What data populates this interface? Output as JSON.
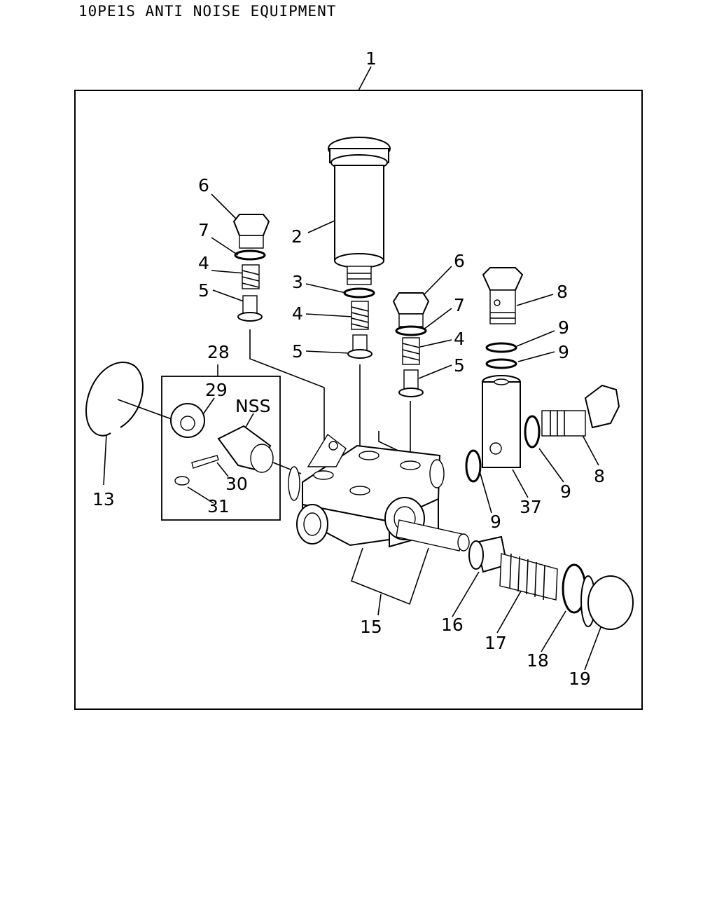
{
  "title": "10PE1S ANTI NOISE EQUIPMENT",
  "callouts": {
    "c1": "1",
    "c2": "2",
    "c3": "3",
    "c4a": "4",
    "c4b": "4",
    "c4c": "4",
    "c5a": "5",
    "c5b": "5",
    "c5c": "5",
    "c6a": "6",
    "c6b": "6",
    "c7a": "7",
    "c7b": "7",
    "c8a": "8",
    "c8b": "8",
    "c9a": "9",
    "c9b": "9",
    "c9c": "9",
    "c9d": "9",
    "c13": "13",
    "c15": "15",
    "c16": "16",
    "c17": "17",
    "c18": "18",
    "c19": "19",
    "c28": "28",
    "c29": "29",
    "c30": "30",
    "c31": "31",
    "c37": "37",
    "nss": "NSS"
  }
}
